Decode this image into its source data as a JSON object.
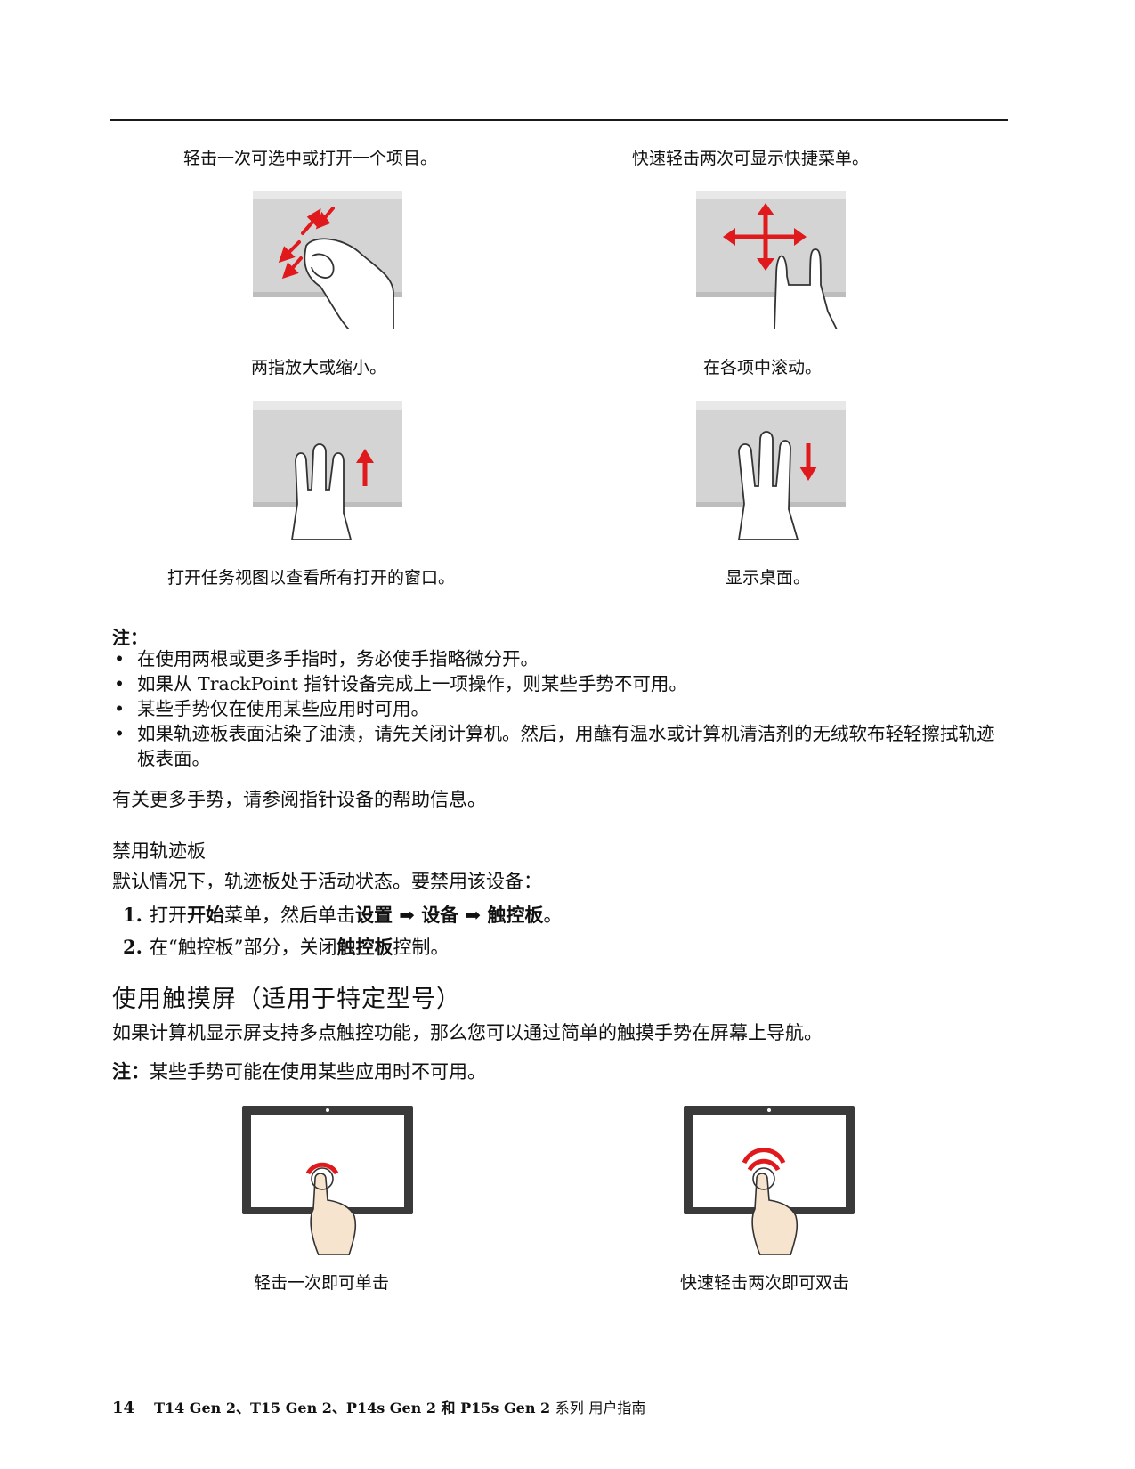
{
  "gestures_top": {
    "tap_once_caption": "轻击一次可选中或打开一个项目。",
    "tap_twice_caption": "快速轻击两次可显示快捷菜单。",
    "zoom_caption": "两指放大或缩小。",
    "scroll_caption": "在各项中滚动。",
    "task_view_caption": "打开任务视图以查看所有打开的窗口。",
    "desktop_caption": "显示桌面。"
  },
  "notes": {
    "label": "注：",
    "items": [
      "在使用两根或更多手指时，务必使手指略微分开。",
      "如果从 TrackPoint 指针设备完成上一项操作，则某些手势不可用。",
      "某些手势仅在使用某些应用时可用。",
      "如果轨迹板表面沾染了油渍，请先关闭计算机。然后，用蘸有温水或计算机清洁剂的无绒软布轻轻擦拭轨迹板表面。"
    ],
    "bullet": "•"
  },
  "more_gestures": "有关更多手势，请参阅指针设备的帮助信息。",
  "disable": {
    "heading": "禁用轨迹板",
    "intro": "默认情况下，轨迹板处于活动状态。要禁用该设备：",
    "step1": {
      "num": "1.",
      "t1": "打开",
      "b1": "开始",
      "t2": "菜单，然后单击",
      "b2": "设置",
      "arrow": " ➡ ",
      "b3": "设备",
      "b4": "触控板",
      "t3": "。"
    },
    "step2": {
      "num": "2.",
      "t1": "在“触控板”部分，关闭",
      "b1": "触控板",
      "t2": "控制。"
    }
  },
  "touchscreen": {
    "title": "使用触摸屏（适用于特定型号）",
    "intro": "如果计算机显示屏支持多点触控功能，那么您可以通过简单的触摸手势在屏幕上导航。",
    "note_label": "注：",
    "note_text": "某些手势可能在使用某些应用时不可用。",
    "single_tap_caption": "轻击一次即可单击",
    "double_tap_caption": "快速轻击两次即可双击"
  },
  "footer": {
    "page": "14",
    "models": "T14 Gen 2、T15 Gen 2、P14s Gen 2 和 P15s Gen 2",
    "series": "系列",
    "guide": "用户指南"
  },
  "colors": {
    "accent_red": "#e0191c",
    "pad_gray": "#d4d4d4",
    "frame_dark": "#3a3a3a"
  },
  "icons": [
    "pinch-zoom-icon",
    "scroll-arrows-icon",
    "swipe-up-icon",
    "swipe-down-icon",
    "single-tap-icon",
    "double-tap-icon"
  ]
}
